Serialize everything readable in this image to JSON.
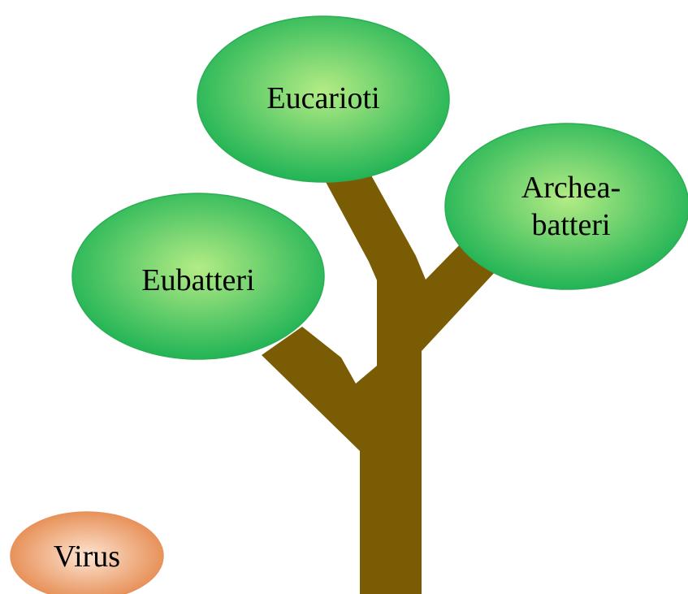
{
  "nodes": {
    "eucarioti": {
      "label": "Eucarioti"
    },
    "archeabatteri": {
      "label_line1": "Archea-",
      "label_line2": "batteri"
    },
    "eubatteri": {
      "label": "Eubatteri"
    },
    "virus": {
      "label": "Virus"
    }
  },
  "colors": {
    "trunk": "#7a5c05",
    "leaf_center": "#b4ec85",
    "leaf_edge": "#22b456",
    "virus_center": "#fde4d2",
    "virus_edge": "#e58a4e",
    "background": "#ffffff"
  }
}
